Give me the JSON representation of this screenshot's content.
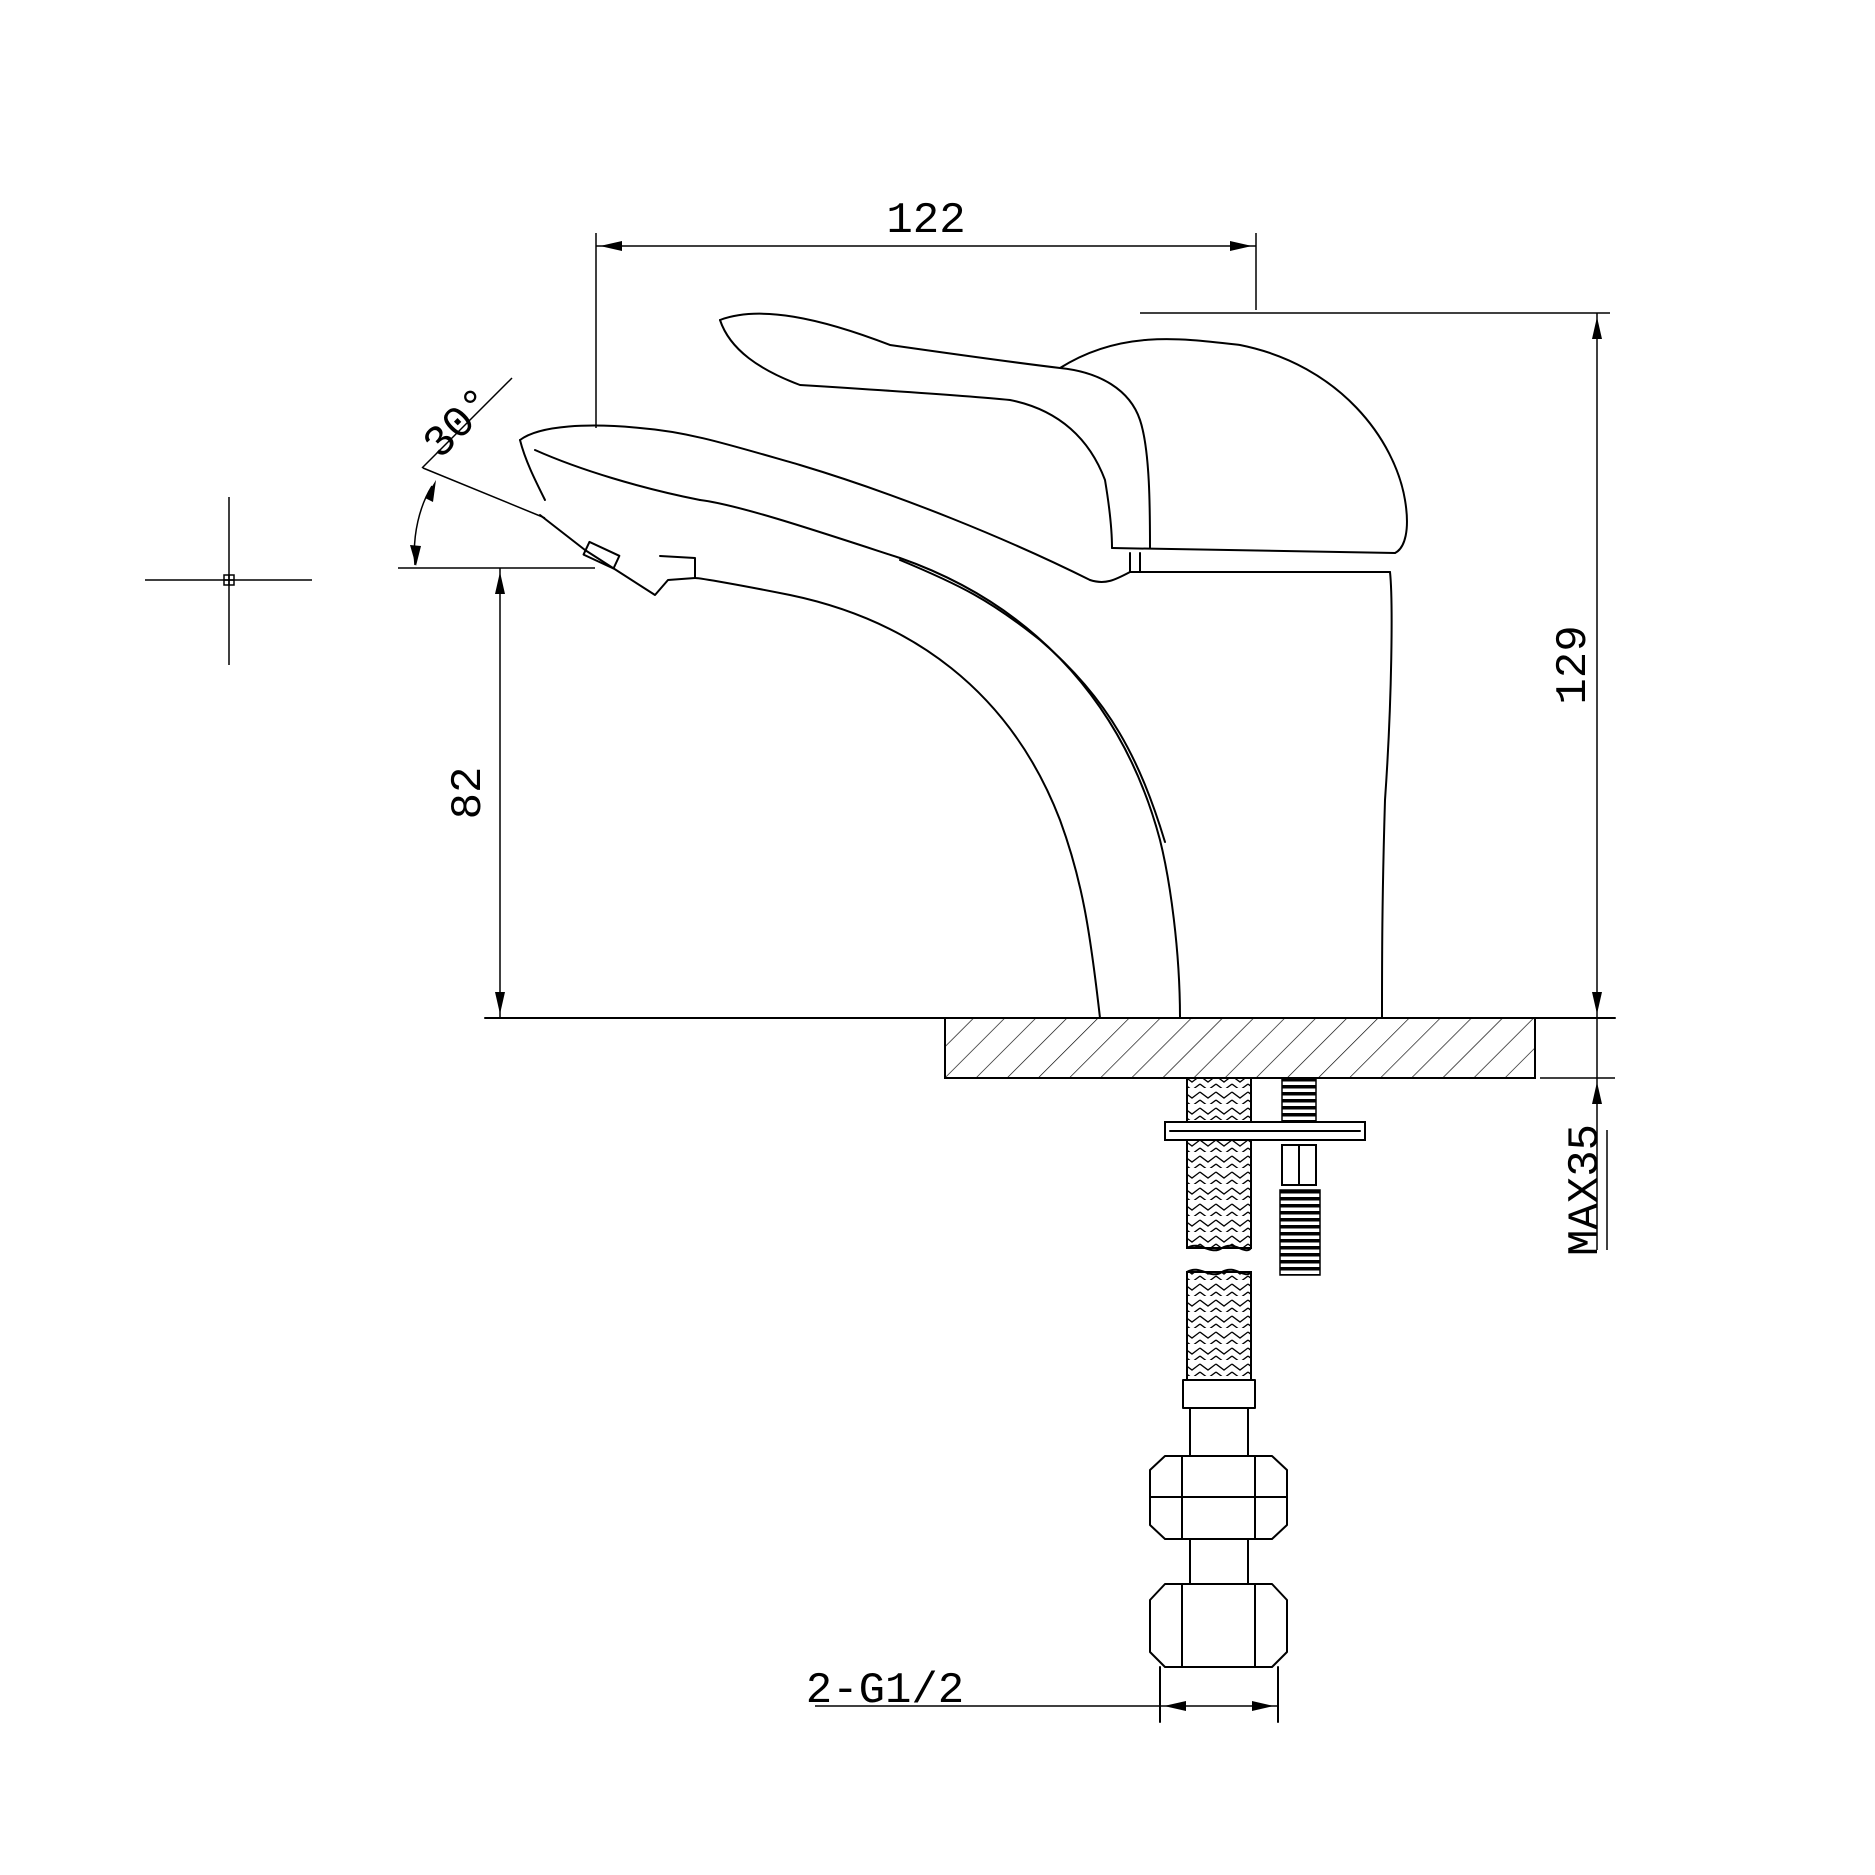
{
  "drawing": {
    "dimensions": {
      "width": "122",
      "height": "129",
      "spout_height": "82",
      "angle": "30°",
      "max_thickness": "MAX35",
      "connection": "2-G1/2"
    },
    "line_color": "#000000",
    "background": "#ffffff"
  }
}
